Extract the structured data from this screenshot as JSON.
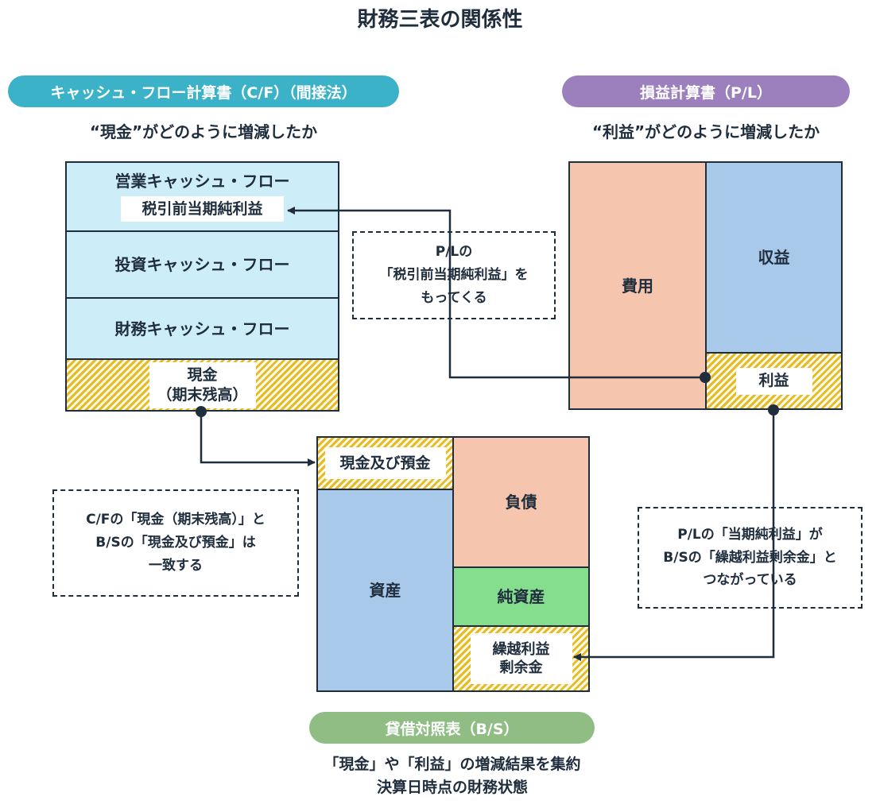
{
  "title": "財務三表の関係性",
  "cf": {
    "pill": "キャッシュ・フロー計算書（C/F）（間接法）",
    "subtitle": "“現金”がどのように増減したか",
    "operating": "営業キャッシュ・フロー",
    "pretax_income": "税引前当期純利益",
    "investing": "投資キャッシュ・フロー",
    "financing": "財務キャッシュ・フロー",
    "cash_line1": "現金",
    "cash_line2": "（期末残高）"
  },
  "pl": {
    "pill": "損益計算書（P/L）",
    "subtitle": "“利益”がどのように増減したか",
    "expenses": "費用",
    "revenue": "収益",
    "profit": "利益"
  },
  "bs": {
    "pill": "貸借対照表（B/S）",
    "cash_deposits": "現金及び預金",
    "assets": "資産",
    "liabilities": "負債",
    "net_assets": "純資産",
    "retained_line1": "繰越利益",
    "retained_line2": "剰余金",
    "caption_line1": "「現金」や「利益」の増減結果を集約",
    "caption_line2": "決算日時点の財務状態"
  },
  "notes": {
    "pl_to_cf": [
      "P/Lの",
      "「税引前当期純利益」を",
      "もってくる"
    ],
    "cf_to_bs": [
      "C/Fの「現金（期末残高）」と",
      "B/Sの「現金及び預金」は",
      "一致する"
    ],
    "pl_to_bs": [
      "P/Lの「当期純利益」が",
      "B/Sの「繰越利益剰余金」と",
      "つながっている"
    ]
  },
  "colors": {
    "cf_accent": "#3cb2c9",
    "pl_accent": "#9b80bd",
    "bs_accent": "#8fbd84",
    "cf_fill": "#cdeef9",
    "expense_fill": "#f5c5ad",
    "revenue_fill": "#a8c9ea",
    "net_assets_fill": "#85dd8e",
    "hatch": "#e6bb2a",
    "line": "#1f2d3d"
  }
}
